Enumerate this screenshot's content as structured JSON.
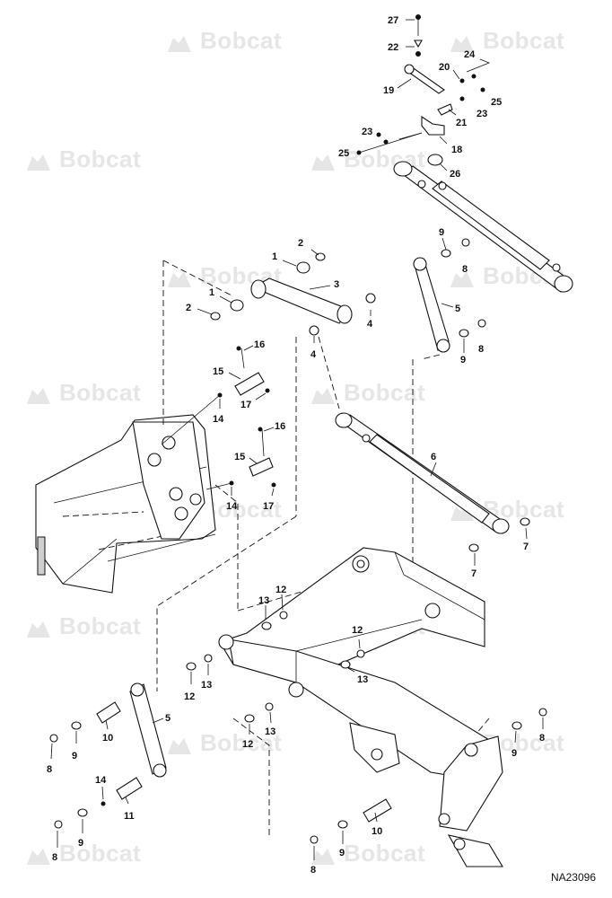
{
  "drawing_number": "NA23096",
  "watermark": {
    "text": "Bobcat",
    "color": "#e6e6e6"
  },
  "callouts": [
    {
      "id": "c27a",
      "text": "27"
    },
    {
      "id": "c22",
      "text": "22"
    },
    {
      "id": "c24",
      "text": "24"
    },
    {
      "id": "c20",
      "text": "20"
    },
    {
      "id": "c19",
      "text": "19"
    },
    {
      "id": "c25a",
      "text": "25"
    },
    {
      "id": "c21",
      "text": "21"
    },
    {
      "id": "c23a",
      "text": "23"
    },
    {
      "id": "c23b",
      "text": "23"
    },
    {
      "id": "c18",
      "text": "18"
    },
    {
      "id": "c25b",
      "text": "25"
    },
    {
      "id": "c26",
      "text": "26"
    },
    {
      "id": "c9a",
      "text": "9"
    },
    {
      "id": "c8a",
      "text": "8"
    },
    {
      "id": "c2a",
      "text": "2"
    },
    {
      "id": "c1a",
      "text": "1"
    },
    {
      "id": "c3",
      "text": "3"
    },
    {
      "id": "c1b",
      "text": "1"
    },
    {
      "id": "c2b",
      "text": "2"
    },
    {
      "id": "c4a",
      "text": "4"
    },
    {
      "id": "c5a",
      "text": "5"
    },
    {
      "id": "c8b",
      "text": "8"
    },
    {
      "id": "c9b",
      "text": "9"
    },
    {
      "id": "c4b",
      "text": "4"
    },
    {
      "id": "c16a",
      "text": "16"
    },
    {
      "id": "c15a",
      "text": "15"
    },
    {
      "id": "c17a",
      "text": "17"
    },
    {
      "id": "c14a",
      "text": "14"
    },
    {
      "id": "c16b",
      "text": "16"
    },
    {
      "id": "c15b",
      "text": "15"
    },
    {
      "id": "c14b",
      "text": "14"
    },
    {
      "id": "c17b",
      "text": "17"
    },
    {
      "id": "c6",
      "text": "6"
    },
    {
      "id": "c7a",
      "text": "7"
    },
    {
      "id": "c7b",
      "text": "7"
    },
    {
      "id": "c13a",
      "text": "13"
    },
    {
      "id": "c12a",
      "text": "12"
    },
    {
      "id": "c12b",
      "text": "12"
    },
    {
      "id": "c13b",
      "text": "13"
    },
    {
      "id": "c12c",
      "text": "12"
    },
    {
      "id": "c13c",
      "text": "13"
    },
    {
      "id": "c5b",
      "text": "5"
    },
    {
      "id": "c12d",
      "text": "12"
    },
    {
      "id": "c13d",
      "text": "13"
    },
    {
      "id": "c10a",
      "text": "10"
    },
    {
      "id": "c9c",
      "text": "9"
    },
    {
      "id": "c8c",
      "text": "8"
    },
    {
      "id": "c9d",
      "text": "9"
    },
    {
      "id": "c8d",
      "text": "8"
    },
    {
      "id": "c14c",
      "text": "14"
    },
    {
      "id": "c11",
      "text": "11"
    },
    {
      "id": "c9e",
      "text": "9"
    },
    {
      "id": "c8e",
      "text": "8"
    },
    {
      "id": "c10b",
      "text": "10"
    },
    {
      "id": "c9f",
      "text": "9"
    },
    {
      "id": "c8f",
      "text": "8"
    }
  ]
}
